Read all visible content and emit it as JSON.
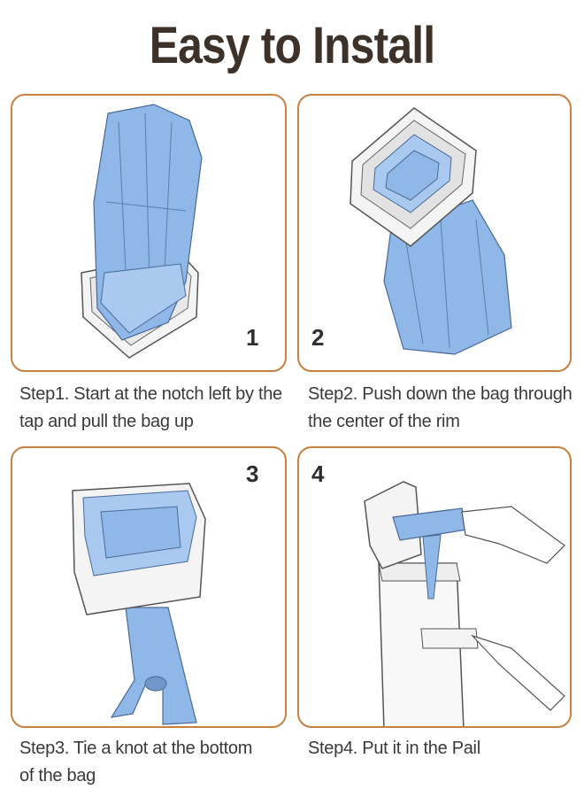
{
  "title": "Easy to Install",
  "steps": [
    {
      "number": "1",
      "line1": "Step1. Start at the notch left by the",
      "line2": "tap and pull the bag up",
      "illustration": "bag-pulled-up-icon"
    },
    {
      "number": "2",
      "line1": "Step2. Push down the bag through",
      "line2": "the center of the rim",
      "illustration": "bag-pushed-through-rim-icon"
    },
    {
      "number": "3",
      "line1": "Step3. Tie a knot at the bottom",
      "line2": "of the bag",
      "illustration": "bag-knotted-icon"
    },
    {
      "number": "4",
      "line1": "Step4. Put it in the Pail",
      "line2": "",
      "illustration": "pail-insert-icon"
    }
  ],
  "colors": {
    "border": "#c87f3f",
    "bag": "#8fb7e8",
    "title": "#3d3229"
  }
}
